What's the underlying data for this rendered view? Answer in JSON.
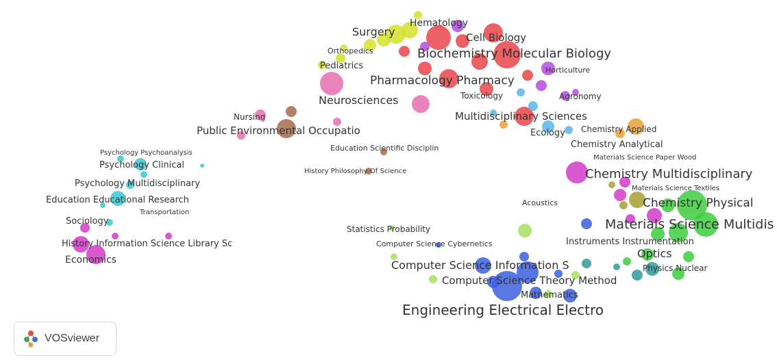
{
  "logo": {
    "text": "VOSviewer"
  },
  "clusters": {
    "red": "#e8454a",
    "yellow": "#d4e02a",
    "purple": "#b44de0",
    "pink": "#e86fb2",
    "brown": "#a86a4e",
    "cyan": "#3cc8d0",
    "magenta": "#d23bc9",
    "blue": "#3b5fe0",
    "green": "#3dcc3d",
    "olive": "#a6a032",
    "teal": "#2f9a9a",
    "orange": "#e8a13a",
    "lime": "#a8e060",
    "lightblue": "#58b6e6"
  },
  "labels": [
    "Hematology",
    "Surgery",
    "Cell Biology",
    "Orthopedics",
    "Biochemistry Molecular Biology",
    "Pediatrics",
    "Horticulture",
    "Pharmacology Pharmacy",
    "Toxicology",
    "Agronomy",
    "Neurosciences",
    "Multidisciplinary Sciences",
    "Nursing",
    "Public Environmental Occupatio",
    "Ecology",
    "Chemistry Applied",
    "Chemistry Analytical",
    "Education Scientific Disciplin",
    "Materials Science Paper Wood",
    "Psychology Psychoanalysis",
    "Psychology Clinical",
    "History Philosophy Of Science",
    "Chemistry Multidisciplinary",
    "Psychology Multidisciplinary",
    "Materials Science Textiles",
    "Education Educational Research",
    "Acoustics",
    "Chemistry Physical",
    "Transportation",
    "Sociology",
    "Materials Science Multidis",
    "Statistics Probability",
    "History Information Science Library Sc",
    "Computer Science Cybernetics",
    "Instruments Instrumentation",
    "Economics",
    "Optics",
    "Computer Science Information S",
    "Physics Nuclear",
    "Computer Science Theory Method",
    "Mathematics",
    "Engineering Electrical Electro"
  ]
}
